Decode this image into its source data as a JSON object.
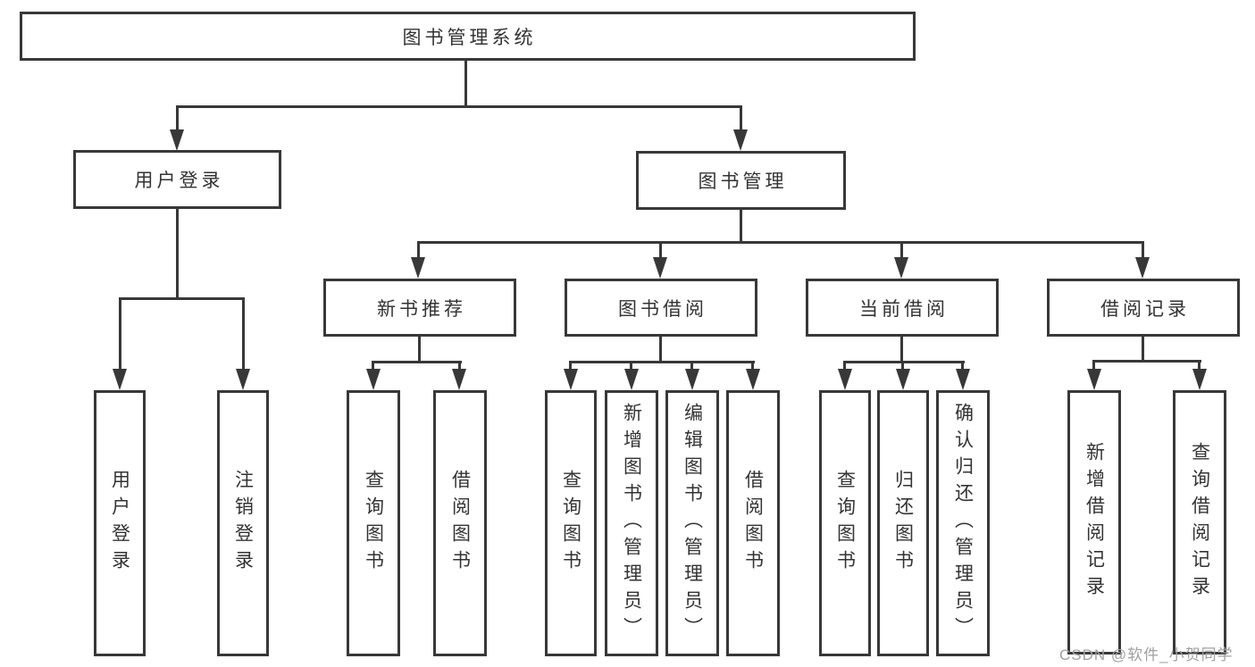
{
  "tree": {
    "label": "图书管理系统",
    "children": [
      {
        "label": "用户登录",
        "children": [
          {
            "label": "用户登录"
          },
          {
            "label": "注销登录"
          }
        ]
      },
      {
        "label": "图书管理",
        "children": [
          {
            "label": "新书推荐",
            "children": [
              {
                "label": "查询图书"
              },
              {
                "label": "借阅图书"
              }
            ]
          },
          {
            "label": "图书借阅",
            "children": [
              {
                "label": "查询图书"
              },
              {
                "label": "新增图书（管理员）"
              },
              {
                "label": "编辑图书（管理员）"
              },
              {
                "label": "借阅图书"
              }
            ]
          },
          {
            "label": "当前借阅",
            "children": [
              {
                "label": "查询图书"
              },
              {
                "label": "归还图书"
              },
              {
                "label": "确认归还（管理员）"
              }
            ]
          },
          {
            "label": "借阅记录",
            "children": [
              {
                "label": "新增借阅记录"
              },
              {
                "label": "查询借阅记录"
              }
            ]
          }
        ]
      }
    ]
  },
  "watermark": "CSDN @软件_小贺同学",
  "colors": {
    "line": "#383838",
    "text": "#333333",
    "background": "#ffffff",
    "watermark": "#a0a0a0"
  }
}
